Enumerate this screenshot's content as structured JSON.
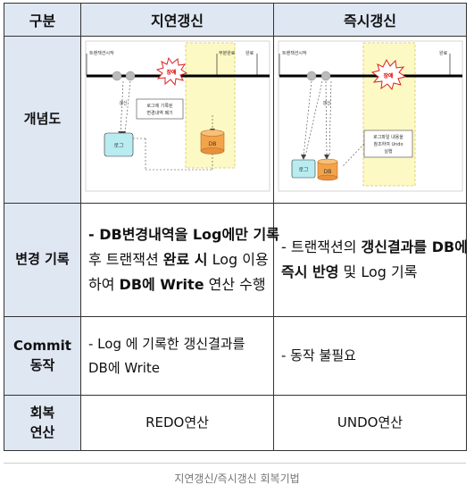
{
  "header": {
    "col0": "구분",
    "col1": "지연갱신",
    "col2": "즉시갱신"
  },
  "rows": {
    "concept": {
      "label": "개념도"
    },
    "change_log": {
      "label": "변경 기록",
      "deferred": {
        "l1a": "- DB변경내역을 Log에만 기록",
        "l2a": "후 트랜잭션 ",
        "l2b": "완료 시",
        "l2c": " Log 이용",
        "l3a": "하여 ",
        "l3b": "DB에 Write",
        "l3c": " 연산 수행"
      },
      "immediate": {
        "l1a": "- 트랜잭션의 ",
        "l1b": "갱신결과를 DB에",
        "l2a": "즉시 반영",
        "l2b": " 및 Log 기록"
      }
    },
    "commit": {
      "label_1": "Commit",
      "label_2": "동작",
      "deferred_1": "- Log 에 기록한 갱신결과를",
      "deferred_2": "DB에  Write",
      "immediate": "- 동작 불필요"
    },
    "recovery": {
      "label_1": "회복",
      "label_2": "연산",
      "deferred": "REDO연산",
      "immediate": "UNDO연산"
    }
  },
  "diagram_deferred": {
    "start": "트랜잭션시작",
    "failure": "장애",
    "partial": "부분완료",
    "complete": "완료",
    "update": "갱신",
    "note_1": "로그에 기록된",
    "note_2": "변경내역 폐기",
    "log": "로그",
    "db": "DB"
  },
  "diagram_immediate": {
    "start": "트랜잭션시작",
    "failure": "장애",
    "complete": "완료",
    "update": "갱신",
    "note_1": "로그파일 내용을",
    "note_2": "참조하여 Undo",
    "note_3": "실행",
    "log": "로그",
    "db": "DB"
  },
  "caption": "지연갱신/즉시갱신 회복기법"
}
